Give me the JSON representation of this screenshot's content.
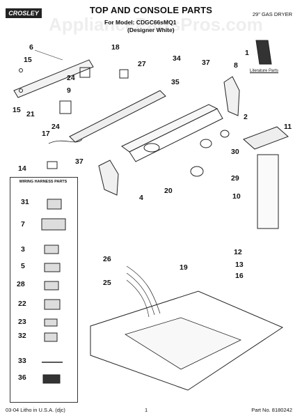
{
  "header": {
    "brand": "CROSLEY",
    "title": "TOP AND CONSOLE PARTS",
    "model_line": "For Model: CDGC66sMQ1",
    "color_line": "(Designer White)",
    "product": "29\" GAS DRYER",
    "watermark": "AppliancePartsPros.com"
  },
  "labels": {
    "literature": "Literature Parts",
    "wiring_harness": "WIRING HARNESS PARTS"
  },
  "callouts": [
    "6",
    "18",
    "15",
    "34",
    "27",
    "37",
    "8",
    "1",
    "24",
    "35",
    "9",
    "15",
    "21",
    "24",
    "17",
    "2",
    "11",
    "30",
    "14",
    "37",
    "4",
    "20",
    "29",
    "10",
    "31",
    "7",
    "3",
    "5",
    "28",
    "22",
    "23",
    "32",
    "33",
    "36",
    "26",
    "12",
    "13",
    "19",
    "16",
    "25"
  ],
  "footer": {
    "left": "03-04 Litho in U.S.A. (djc)",
    "page": "1",
    "part_no": "Part No. 8180242"
  }
}
